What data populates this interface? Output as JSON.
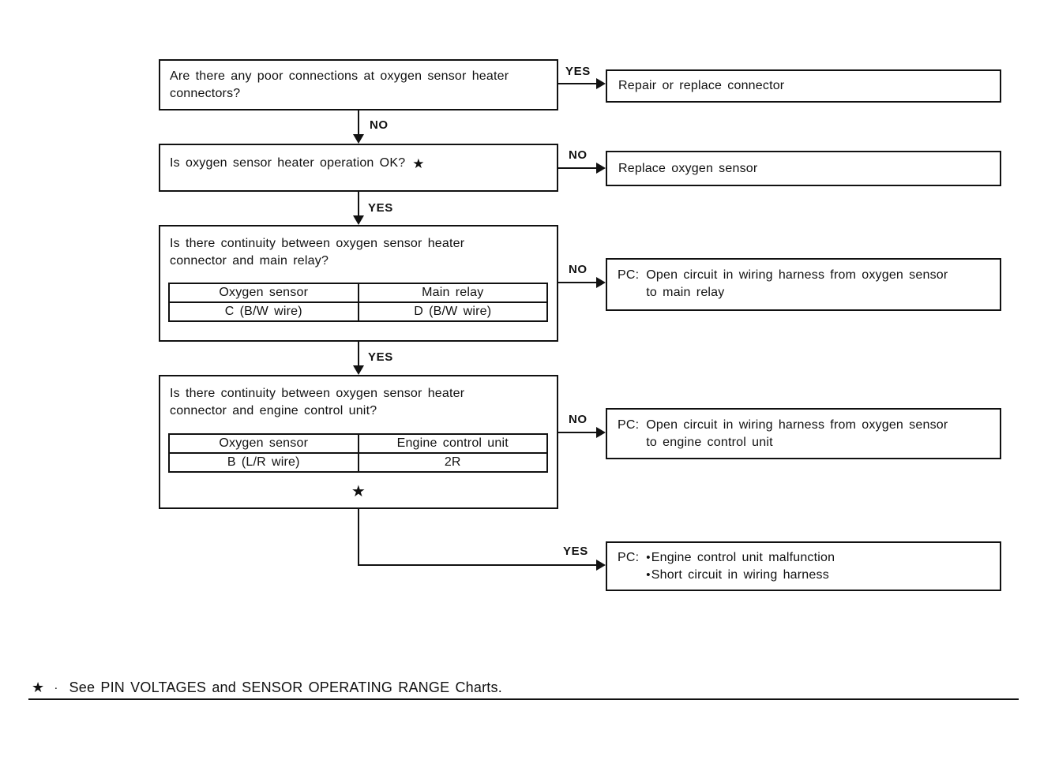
{
  "flowchart": {
    "nodes": {
      "q1": {
        "line1": "Are there any poor connections at oxygen sensor heater",
        "line2": "connectors?"
      },
      "r1": {
        "text": "Repair or replace connector"
      },
      "q2": {
        "text": "Is oxygen sensor heater operation OK?",
        "star": "★"
      },
      "r2": {
        "text": "Replace oxygen sensor"
      },
      "q3": {
        "line1": "Is there continuity between oxygen sensor heater",
        "line2": "connector and main relay?",
        "table": {
          "col1_header": "Oxygen sensor",
          "col2_header": "Main relay",
          "col1_value": "C (B/W wire)",
          "col2_value": "D (B/W wire)"
        }
      },
      "r3": {
        "prefix": "PC:",
        "line1": "Open circuit in wiring harness from oxygen sensor",
        "line2": "to main relay"
      },
      "q4": {
        "line1": "Is there continuity between oxygen sensor heater",
        "line2": "connector and engine control unit?",
        "table": {
          "col1_header": "Oxygen sensor",
          "col2_header": "Engine control unit",
          "col1_value": "B (L/R wire)",
          "col2_value": "2R"
        },
        "star": "★"
      },
      "r4": {
        "prefix": "PC:",
        "line1": "Open circuit in wiring harness from oxygen sensor",
        "line2": "to engine control unit"
      },
      "r5": {
        "prefix": "PC:",
        "bullet": "•",
        "item1": "Engine control unit malfunction",
        "item2": "Short circuit in wiring harness"
      }
    },
    "edges": {
      "q1_yes": "YES",
      "q1_no": "NO",
      "q2_no": "NO",
      "q2_yes": "YES",
      "q3_no": "NO",
      "q3_yes": "YES",
      "q4_no": "NO",
      "q4_yes": "YES"
    },
    "footnote": {
      "star": "★",
      "separator": "·",
      "text": "See PIN VOLTAGES and SENSOR OPERATING RANGE Charts."
    }
  }
}
